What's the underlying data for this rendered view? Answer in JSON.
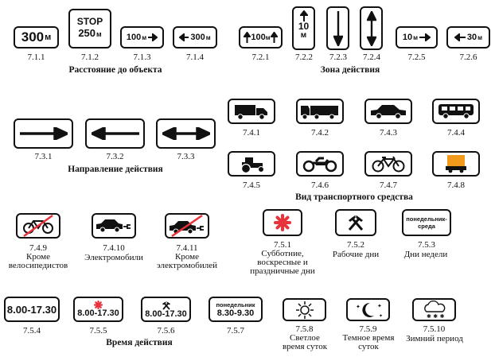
{
  "distance": {
    "signs": [
      {
        "code": "7.1.1",
        "value": "300",
        "unit": "м"
      },
      {
        "code": "7.1.2",
        "top": "STOP",
        "value": "250",
        "unit": "м"
      },
      {
        "code": "7.1.3",
        "value": "100",
        "unit": "м"
      },
      {
        "code": "7.1.4",
        "value": "300",
        "unit": "м"
      }
    ],
    "group": "Расстояние до объекта"
  },
  "zone": {
    "signs": [
      {
        "code": "7.2.1",
        "value": "100",
        "unit": "м"
      },
      {
        "code": "7.2.2",
        "value": "10",
        "unit": "м"
      },
      {
        "code": "7.2.3"
      },
      {
        "code": "7.2.4"
      },
      {
        "code": "7.2.5",
        "value": "10",
        "unit": "м"
      },
      {
        "code": "7.2.6",
        "value": "30",
        "unit": "м"
      }
    ],
    "group": "Зона действия"
  },
  "direction": {
    "codes": [
      "7.3.1",
      "7.3.2",
      "7.3.3"
    ],
    "group": "Направление действия"
  },
  "vehicle": {
    "codes": [
      "7.4.1",
      "7.4.2",
      "7.4.3",
      "7.4.4",
      "7.4.5",
      "7.4.6",
      "7.4.7",
      "7.4.8"
    ],
    "group": "Вид транспортного средства"
  },
  "exceptions": [
    {
      "code": "7.4.9",
      "caption": "Кроме велосипедистов"
    },
    {
      "code": "7.4.10",
      "caption": "Электромобили"
    },
    {
      "code": "7.4.11",
      "caption": "Кроме электромобилей"
    }
  ],
  "days": [
    {
      "code": "7.5.1",
      "caption": "Субботние, воскресные и праздничные дни"
    },
    {
      "code": "7.5.2",
      "caption": "Рабочие дни"
    },
    {
      "code": "7.5.3",
      "caption": "Дни недели",
      "sign_text_1": "понедельник-",
      "sign_text_2": "среда"
    }
  ],
  "time": {
    "signs": [
      {
        "code": "7.5.4",
        "time": "8.00-17.30"
      },
      {
        "code": "7.5.5",
        "time": "8.00-17.30"
      },
      {
        "code": "7.5.6",
        "time": "8.00-17.30"
      },
      {
        "code": "7.5.7",
        "day": "понедельник",
        "time": "8.30-9.30"
      }
    ],
    "group": "Время действия"
  },
  "periods": [
    {
      "code": "7.5.8",
      "caption": "Светлое время суток"
    },
    {
      "code": "7.5.9",
      "caption": "Темное время суток"
    },
    {
      "code": "7.5.10",
      "caption": "Зимний период"
    }
  ],
  "colors": {
    "ink": "#111111",
    "accent_red": "#e8323c",
    "cargo_orange": "#f29a1c"
  }
}
